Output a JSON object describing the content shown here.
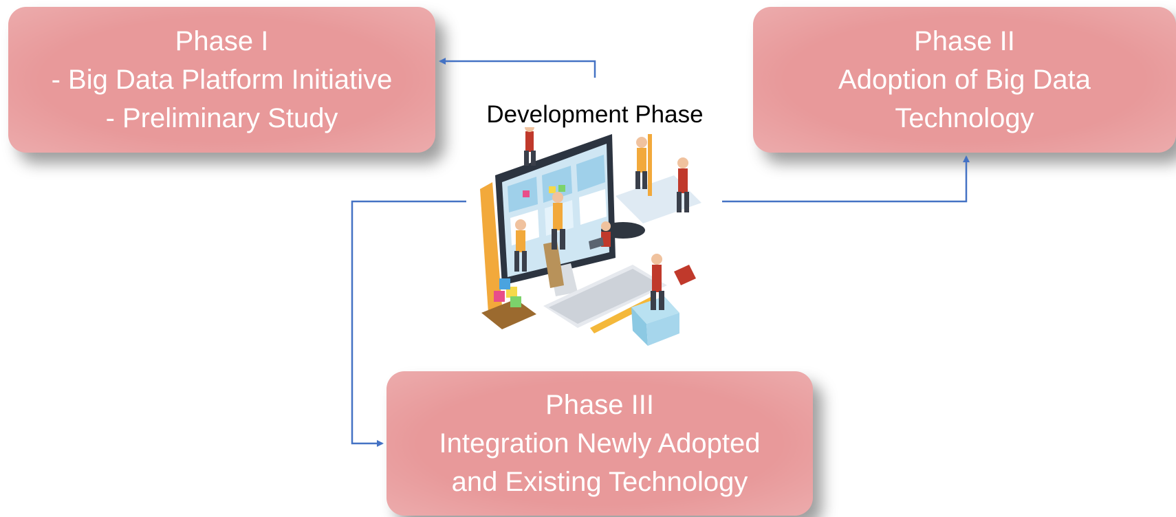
{
  "colors": {
    "box_fill": "#e8999a",
    "box_text": "#ffffff",
    "arrow": "#4472c4",
    "title_text": "#000000"
  },
  "phases": [
    {
      "lines": [
        "Phase I",
        "- Big Data Platform Initiative",
        "- Preliminary Study"
      ]
    },
    {
      "lines": [
        "Phase II",
        "Adoption of Big Data",
        "Technology"
      ]
    },
    {
      "lines": [
        "Phase III",
        "Integration Newly Adopted",
        "and Existing Technology"
      ]
    }
  ],
  "center": {
    "title": "Development Phase",
    "illustration_icon": "development-team-illustration-icon"
  },
  "connectors": [
    {
      "from": "center",
      "to": "phase-1",
      "direction": "up-then-left"
    },
    {
      "from": "center",
      "to": "phase-2",
      "direction": "right-then-up"
    },
    {
      "from": "center",
      "to": "phase-3",
      "direction": "left-then-down-then-right"
    }
  ]
}
